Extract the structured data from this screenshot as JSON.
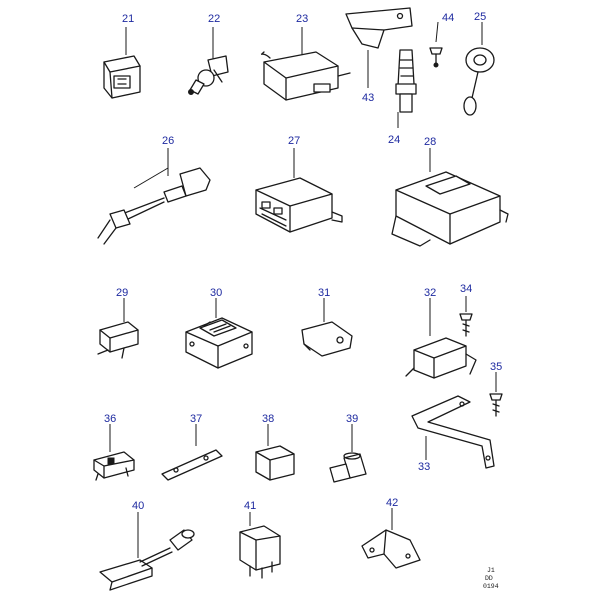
{
  "callouts": {
    "n21": "21",
    "n22": "22",
    "n23": "23",
    "n43": "43",
    "n24": "24",
    "n44": "44",
    "n25": "25",
    "n26": "26",
    "n27": "27",
    "n28": "28",
    "n29": "29",
    "n30": "30",
    "n31": "31",
    "n32": "32",
    "n34": "34",
    "n35": "35",
    "n33": "33",
    "n36": "36",
    "n37": "37",
    "n38": "38",
    "n39": "39",
    "n40": "40",
    "n41": "41",
    "n42": "42"
  },
  "drawing_code": {
    "line1": "J1",
    "line2": "DD",
    "line3": "0194"
  },
  "colors": {
    "callout_text": "#1e2aa0",
    "line_art": "#1a1a1a"
  }
}
